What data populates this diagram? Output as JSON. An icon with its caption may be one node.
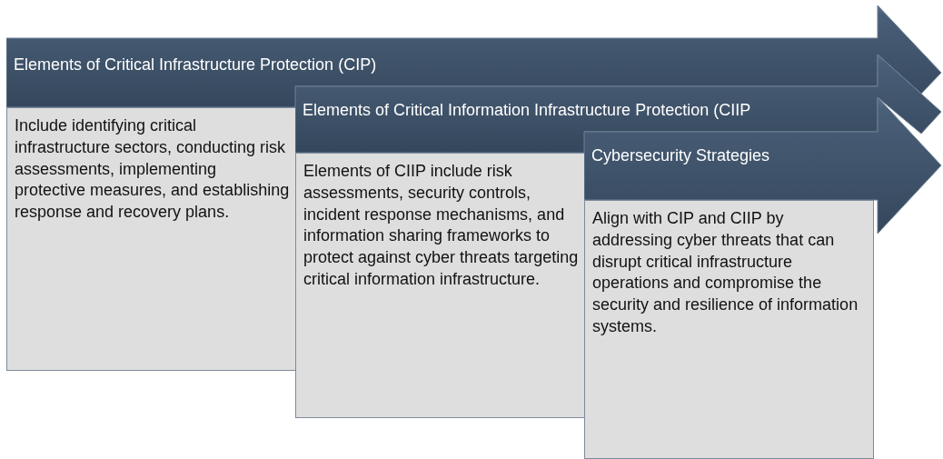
{
  "diagram": {
    "nodes": [
      {
        "text": [
          "Elements of  Critical Infrastructure Protection (CIP)"
        ]
      },
      {
        "text": [
          "Include identifying critical infrastructure sectors, conducting risk assessments, implementing protective measures, and establishing response and recovery plans."
        ]
      },
      {
        "text": [
          "Elements of Critical Information Infrastructure Protection (CIIP"
        ]
      },
      {
        "text": [
          "Elements of CIIP include risk assessments, security controls, incident response mechanisms, and information sharing frameworks to protect against cyber threats targeting critical information infrastructure."
        ]
      },
      {
        "text": [
          "Cybersecurity Strategies"
        ]
      },
      {
        "text": [
          "Align with CIP and CIIP by addressing cyber threats that can disrupt critical infrastructure operations and compromise the security and resilience of information systems."
        ]
      }
    ]
  }
}
